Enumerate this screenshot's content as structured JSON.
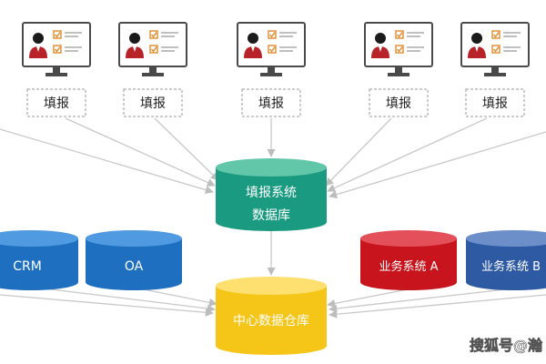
{
  "terminals": [
    {
      "label": "填报"
    },
    {
      "label": "填报"
    },
    {
      "label": "填报"
    },
    {
      "label": "填报"
    },
    {
      "label": "填报"
    }
  ],
  "fill_db": {
    "line1": "填报系统",
    "line2": "数据库",
    "color": "#1a9a80"
  },
  "sources": [
    {
      "label": "CRM",
      "color": "#1e6fc0"
    },
    {
      "label": "OA",
      "color": "#1e6fc0"
    },
    {
      "label": "业务系统 A",
      "color": "#c8141c"
    },
    {
      "label": "业务系统 B",
      "color": "#2e5aa4"
    }
  ],
  "warehouse": {
    "label": "中心数据仓库",
    "color": "#f5c518"
  },
  "watermark": "搜狐号@瀚",
  "colors": {
    "arrow": "#c8c8c8",
    "frame": "#4a4a4a",
    "avatar": "#b8232a",
    "check": "#e08a2a"
  }
}
